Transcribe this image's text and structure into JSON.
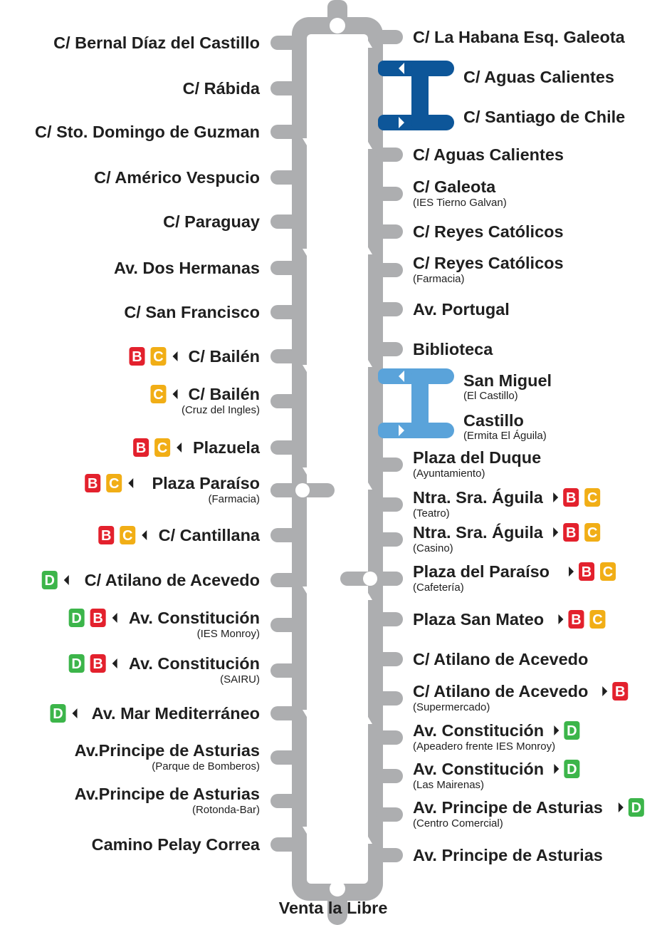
{
  "colors": {
    "route": "#adaeb0",
    "branch_dark": "#0d5699",
    "branch_light": "#5aa3da",
    "text": "#1f1f1f",
    "line_B": "#e3212d",
    "line_C": "#f1ae16",
    "line_D": "#3cb54a"
  },
  "terminal": {
    "name": "Venta la Libre"
  },
  "left_stops": [
    {
      "name": "C/ Bernal Díaz del Castillo",
      "sub": "",
      "lines": []
    },
    {
      "name": "C/ Rábida",
      "sub": "",
      "lines": []
    },
    {
      "name": "C/ Sto. Domingo de Guzman",
      "sub": "",
      "lines": []
    },
    {
      "name": "C/ Américo Vespucio",
      "sub": "",
      "lines": []
    },
    {
      "name": "C/ Paraguay",
      "sub": "",
      "lines": []
    },
    {
      "name": "Av. Dos Hermanas",
      "sub": "",
      "lines": []
    },
    {
      "name": "C/ San Francisco",
      "sub": "",
      "lines": []
    },
    {
      "name": "C/ Bailén",
      "sub": "",
      "lines": [
        "B",
        "C"
      ]
    },
    {
      "name": "C/ Bailén",
      "sub": "(Cruz del Ingles)",
      "lines": [
        "C"
      ]
    },
    {
      "name": "Plazuela",
      "sub": "",
      "lines": [
        "B",
        "C"
      ]
    },
    {
      "name": "Plaza Paraíso",
      "sub": "(Farmacia)",
      "lines": [
        "B",
        "C"
      ],
      "junction": true
    },
    {
      "name": "C/ Cantillana",
      "sub": "",
      "lines": [
        "B",
        "C"
      ]
    },
    {
      "name": "C/ Atilano de Acevedo",
      "sub": "",
      "lines": [
        "D"
      ]
    },
    {
      "name": "Av. Constitución",
      "sub": "(IES Monroy)",
      "lines": [
        "D",
        "B"
      ]
    },
    {
      "name": "Av. Constitución",
      "sub": "(SAIRU)",
      "lines": [
        "D",
        "B"
      ]
    },
    {
      "name": "Av. Mar Mediterráneo",
      "sub": "",
      "lines": [
        "D"
      ]
    },
    {
      "name": "Av.Principe de Asturias",
      "sub": "(Parque de Bomberos)",
      "lines": []
    },
    {
      "name": "Av.Principe de Asturias",
      "sub": "(Rotonda-Bar)",
      "lines": []
    },
    {
      "name": "Camino Pelay Correa",
      "sub": "",
      "lines": []
    }
  ],
  "right_stops": [
    {
      "name": "C/ La Habana Esq. Galeota",
      "sub": "",
      "lines": []
    },
    {
      "name": "C/ Aguas Calientes",
      "sub": "",
      "lines": []
    },
    {
      "name": "C/ Galeota",
      "sub": "(IES Tierno Galvan)",
      "lines": []
    },
    {
      "name": "C/ Reyes Católicos",
      "sub": "",
      "lines": []
    },
    {
      "name": "C/ Reyes Católicos",
      "sub": "(Farmacia)",
      "lines": []
    },
    {
      "name": "Av. Portugal",
      "sub": "",
      "lines": []
    },
    {
      "name": "Biblioteca",
      "sub": "",
      "lines": []
    },
    {
      "name": "Plaza del Duque",
      "sub": "(Ayuntamiento)",
      "lines": []
    },
    {
      "name": "Ntra. Sra. Águila",
      "sub": "(Teatro)",
      "lines": [
        "B",
        "C"
      ]
    },
    {
      "name": "Ntra. Sra. Águila",
      "sub": "(Casino)",
      "lines": [
        "B",
        "C"
      ]
    },
    {
      "name": "Plaza del Paraíso",
      "sub": "(Cafetería)",
      "lines": [
        "B",
        "C"
      ],
      "junction": true
    },
    {
      "name": "Plaza San Mateo",
      "sub": "",
      "lines": [
        "B",
        "C"
      ]
    },
    {
      "name": "C/ Atilano de Acevedo",
      "sub": "",
      "lines": []
    },
    {
      "name": "C/ Atilano de Acevedo",
      "sub": "(Supermercado)",
      "lines": [
        "B"
      ]
    },
    {
      "name": "Av. Constitución",
      "sub": "(Apeadero frente IES Monroy)",
      "lines": [
        "D"
      ]
    },
    {
      "name": "Av. Constitución",
      "sub": "(Las Mairenas)",
      "lines": [
        "D"
      ]
    },
    {
      "name": "Av. Principe de Asturias",
      "sub": "(Centro Comercial)",
      "lines": [
        "D"
      ]
    },
    {
      "name": "Av. Principe de Asturias",
      "sub": "",
      "lines": []
    }
  ],
  "branches": [
    {
      "color": "branch_dark",
      "stops": [
        {
          "name": "C/ Aguas Calientes",
          "sub": ""
        },
        {
          "name": "C/ Santiago de Chile",
          "sub": ""
        }
      ]
    },
    {
      "color": "branch_light",
      "stops": [
        {
          "name": "San Miguel",
          "sub": "(El Castillo)"
        },
        {
          "name": "Castillo",
          "sub": "(Ermita El Águila)"
        }
      ]
    }
  ]
}
